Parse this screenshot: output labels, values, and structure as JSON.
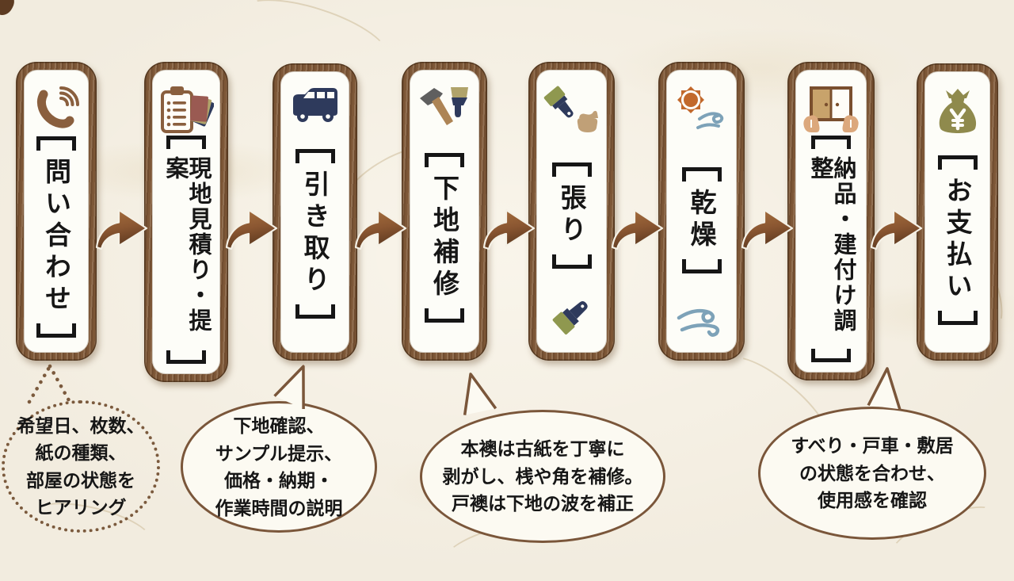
{
  "diagram_title": "fusuma-repapering-process-flow",
  "steps": [
    {
      "title": "問い合わせ",
      "icon": "phone-icon"
    },
    {
      "title": "現地見積り・提案",
      "icon": "clipboard-samples-icon"
    },
    {
      "title": "引き取り",
      "icon": "van-icon"
    },
    {
      "title": "下地補修",
      "icon": "hammer-brush-icon"
    },
    {
      "title": "張り",
      "icon": "glue-brush-icon",
      "icon2": "brush-icon"
    },
    {
      "title": "乾燥",
      "icon": "sun-wind-icon",
      "icon2": "wind-icon"
    },
    {
      "title": "納品・建付け調整",
      "icon": "sliding-door-hands-icon"
    },
    {
      "title": "お支払い",
      "icon": "money-bag-icon"
    }
  ],
  "bubbles": [
    {
      "style": "dotted",
      "lines": [
        "希望日、枚数、",
        "紙の種類、",
        "部屋の状態を",
        "ヒアリング"
      ]
    },
    {
      "style": "solid",
      "lines": [
        "下地確認、",
        "サンプル提示、",
        "価格・納期・",
        "作業時間の説明"
      ]
    },
    {
      "style": "solid",
      "lines": [
        "本襖は古紙を丁寧に",
        "剥がし、桟や角を補修。",
        "戸襖は下地の波を補正"
      ]
    },
    {
      "style": "solid",
      "lines": [
        "すべり・戸車・敷居",
        "の状態を合わせ、",
        "使用感を確認"
      ]
    }
  ],
  "colors": {
    "background": "#f2ecdf",
    "wood_frame": "#7d5737",
    "card_panel": "#fdfdf8",
    "text": "#161616",
    "arrow_light": "#a8713f",
    "arrow_dark": "#5e3a20",
    "bubble_border": "#7a563a",
    "icon_brown": "#8a5f3e",
    "icon_navy": "#2e3a5c",
    "icon_olive": "#8f8a4d",
    "icon_khaki": "#b0a36a",
    "icon_maroon": "#9a5a52",
    "icon_orange": "#c2692c",
    "icon_steel_blue": "#7da2b8",
    "icon_tan": "#c8a36b",
    "icon_hand": "#dca87c"
  }
}
